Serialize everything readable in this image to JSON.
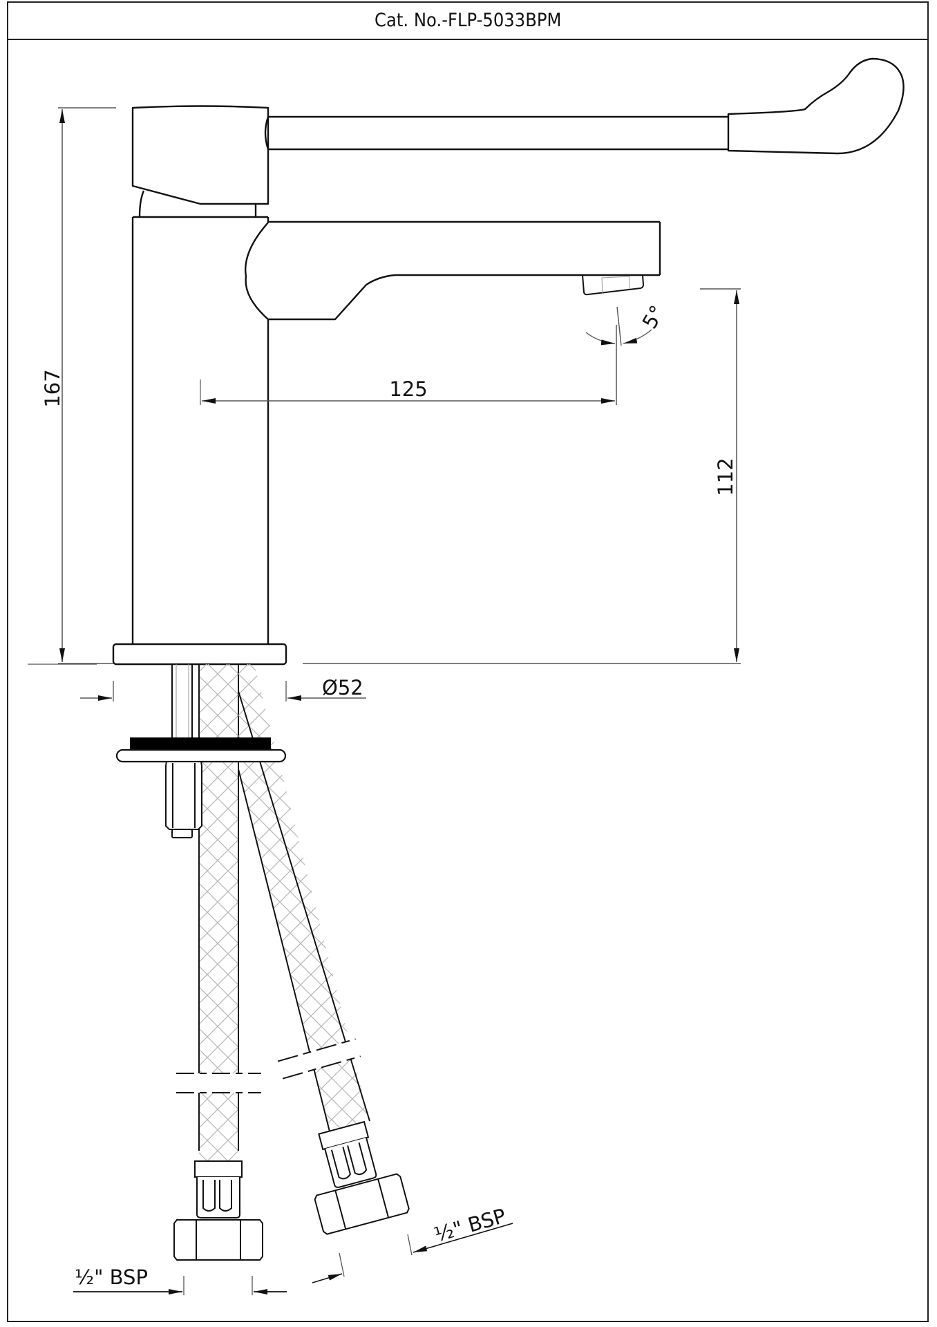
{
  "header": {
    "title": "Cat. No.-FLP-5033BPM"
  },
  "drawing": {
    "subject": "single lever basin mixer with extended clinical lever, flexible hoses",
    "dimensions": {
      "overall_height": "167",
      "spout_reach": "125",
      "spout_height": "112",
      "base_diameter": "Ø52",
      "spout_angle": "5°",
      "hose_connection_left": "½\" BSP",
      "hose_connection_right": "½\" BSP"
    },
    "labels": {
      "bsp_fraction": "½",
      "bsp_unit": "\" BSP"
    },
    "colors": {
      "line": "#111111",
      "dimension_line": "#555555",
      "hatch": "#b5b5b5",
      "washer": "#000000"
    }
  }
}
